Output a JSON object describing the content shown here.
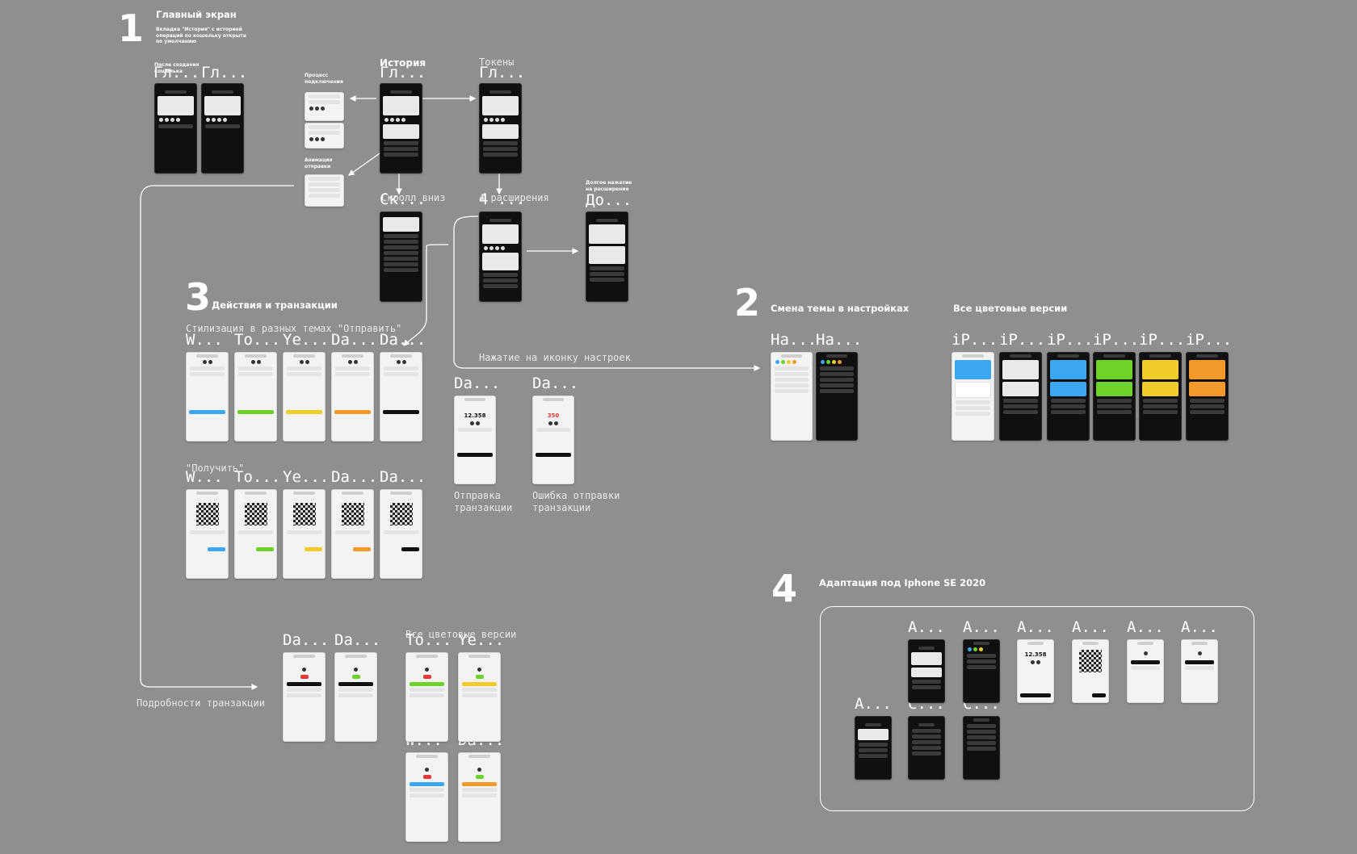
{
  "sections": {
    "s1": {
      "number": "1",
      "title": "Главный экран",
      "note": "Вкладка \"История\" с историей\nопераций по кошельку открыта\nпо умолчанию"
    },
    "s2": {
      "number": "2",
      "title": "Смена темы в настройках",
      "title_colors": "Все цветовые версии"
    },
    "s3": {
      "number": "3",
      "title": "Действия и транзакции",
      "subtitle_send": "Стилизация в разных темах \"Отправить\"",
      "subtitle_receive": "\"Получить\""
    },
    "s4": {
      "number": "4",
      "title": "Адаптация под Iphone SE 2020"
    }
  },
  "labels": {
    "history": "История",
    "tokens": "Токены",
    "scroll_down": "Скролл вниз",
    "expansion": "4 расширения",
    "long_press": "Долгое нажатие\nна расширение",
    "connect_process": "Процесс\nподключения",
    "send_animation": "Анимация\nотправки",
    "after_wallet": "После создания\nкошелька",
    "settings_tap": "Нажатие на иконку настроек",
    "tx_send": "Отправка\nтранзакции",
    "tx_error": "Ошибка отправки\nтранзакции",
    "tx_details": "Подробности транзакции",
    "all_colors": "Все цветовые версии"
  },
  "frame_names": {
    "main_a": "Гл...",
    "main_b": "Гл...",
    "main_history": "Гл...",
    "main_tokens": "Гл...",
    "scroll": "Ск...",
    "expand": "4 ...",
    "long": "До...",
    "send_w": "W...",
    "send_to": "To...",
    "send_ye": "Ye...",
    "send_da1": "Da...",
    "send_da2": "Da...",
    "recv_w": "W...",
    "recv_to": "To...",
    "recv_ye": "Ye...",
    "recv_da1": "Da...",
    "recv_da2": "Da...",
    "tx_da1": "Da...",
    "tx_da2": "Da...",
    "det_da1": "Da...",
    "det_da2": "Da...",
    "det_to": "To...",
    "det_ye": "Ye...",
    "det_w": "W...",
    "det_da3": "Da...",
    "set_a": "На...",
    "set_b": "На...",
    "ip": [
      "iP...",
      "iP...",
      "iP...",
      "iP...",
      "iP...",
      "iP..."
    ],
    "se_top": [
      "A...",
      "A...",
      "A...",
      "A...",
      "A...",
      "A..."
    ],
    "se_bottom": [
      "A...",
      "С...",
      "С..."
    ]
  },
  "screen_text": {
    "amount": "12.358",
    "amount_error": "350"
  },
  "colors": {
    "background": "#8f8f8f",
    "theme_blue": "#3aa7f0",
    "theme_green": "#6fd22a",
    "theme_yellow": "#f0cb2a",
    "theme_orange": "#f39a2a",
    "theme_black": "#111111",
    "theme_white": "#ffffff",
    "negative": "#e53935"
  }
}
